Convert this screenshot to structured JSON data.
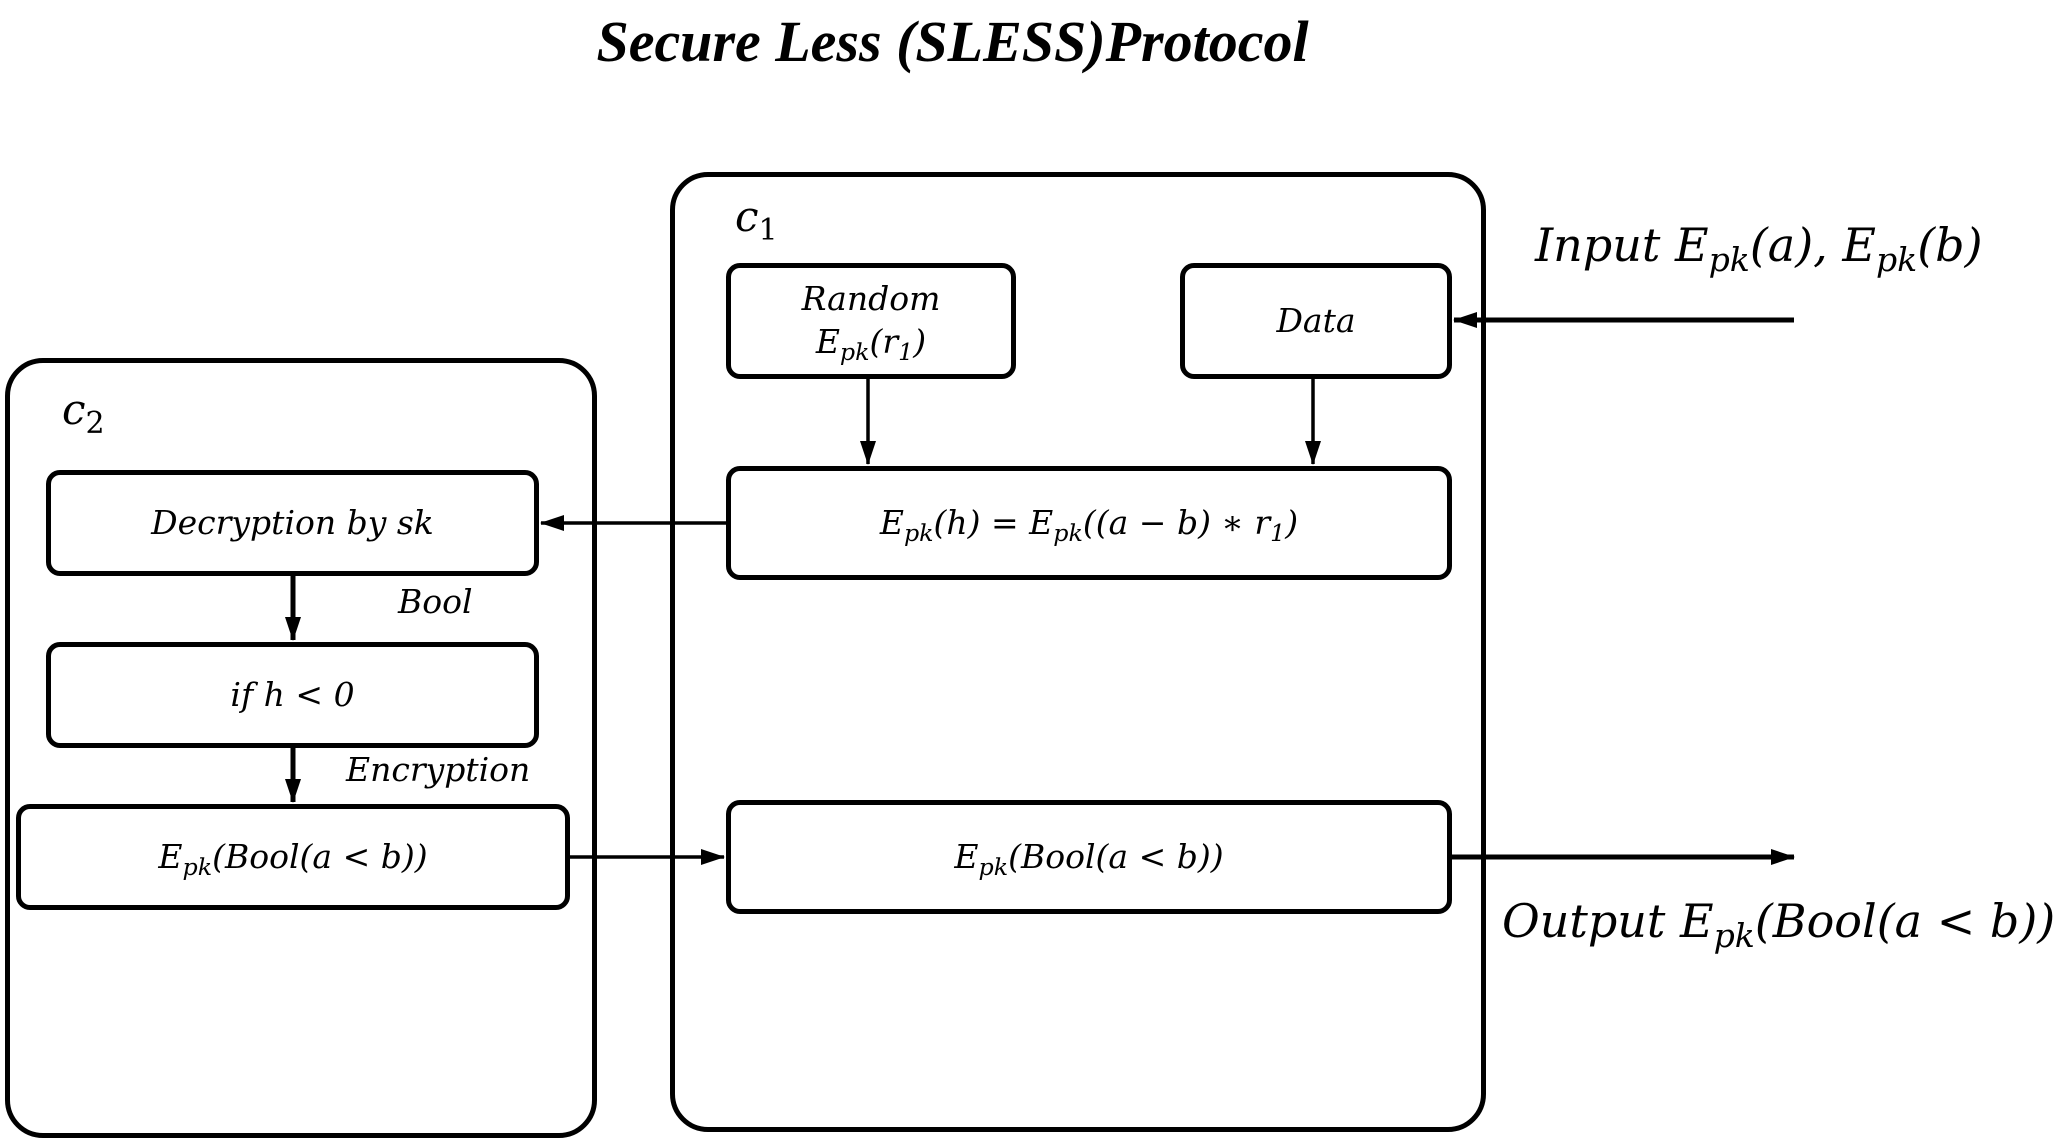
{
  "title": "Secure Less (SLESS)Protocol",
  "parties": {
    "c1": {
      "letter": "c",
      "index": "1"
    },
    "c2": {
      "letter": "c",
      "index": "2"
    }
  },
  "c1_boxes": {
    "random_line1": "Random",
    "random_E": "E",
    "random_sub": "pk",
    "random_rest": "(r",
    "random_r_sub": "1",
    "random_close": ")",
    "data": "Data",
    "h_E": "E",
    "h_sub": "pk",
    "h_mid": "(h) = E",
    "h_sub2": "pk",
    "h_tail": "((a − b) ∗ r",
    "h_r_sub": "1",
    "h_close": ")",
    "out_E": "E",
    "out_sub": "pk",
    "out_rest": "(Bool(a < b))"
  },
  "c2_boxes": {
    "decryption": "Decryption by sk",
    "bool_label": "Bool",
    "if_cond": "if h < 0",
    "encryption_label": "Encryption",
    "enc_E": "E",
    "enc_sub": "pk",
    "enc_rest": "(Bool(a < b))"
  },
  "io": {
    "input_prefix": "Input E",
    "input_sub1": "pk",
    "input_mid": "(a), E",
    "input_sub2": "pk",
    "input_tail": "(b)",
    "output_prefix": "Output E",
    "output_sub": "pk",
    "output_tail": "(Bool(a < b))"
  }
}
